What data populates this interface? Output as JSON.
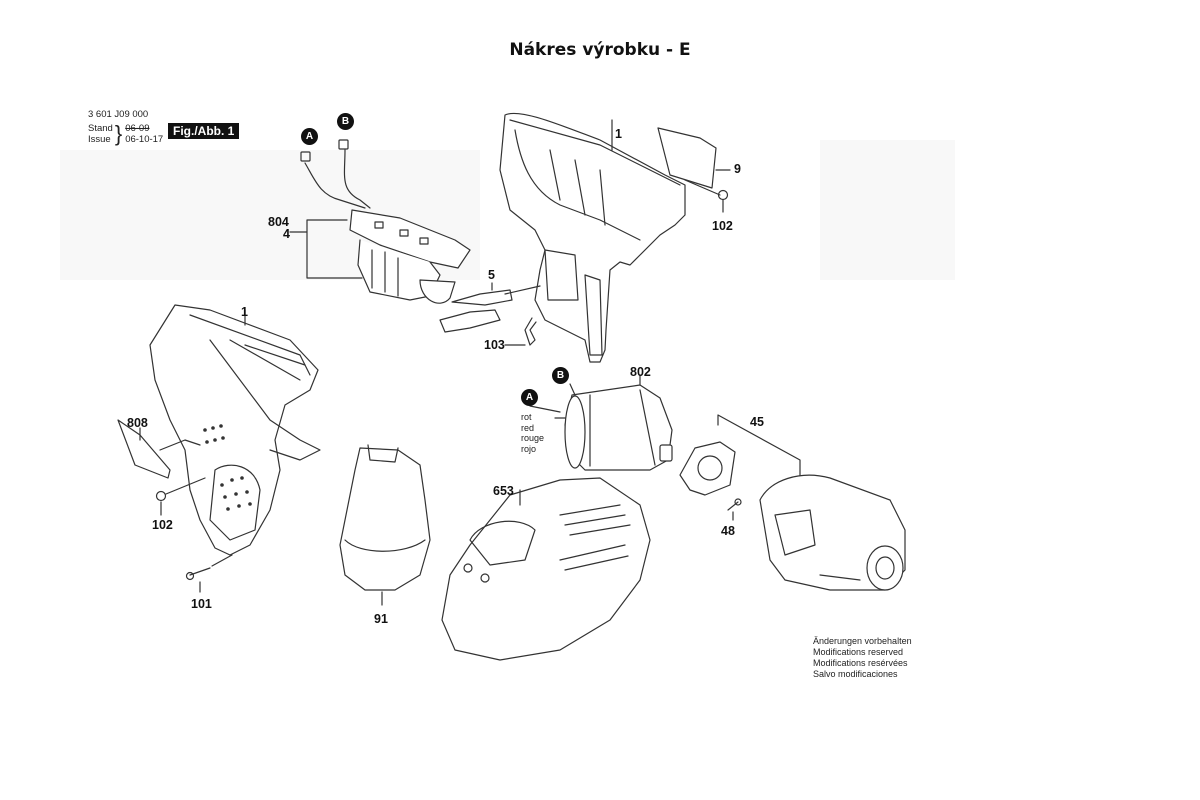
{
  "title": "Nákres výrobku - E",
  "header": {
    "part_number": "3 601 J09 000",
    "stand_label": "Stand",
    "issue_label": "Issue",
    "stand_date": "06-09",
    "issue_date": "06-10-17",
    "figure_label": "Fig./Abb. 1"
  },
  "connectors": {
    "a": "A",
    "b": "B"
  },
  "part_labels": {
    "switch_804": "804",
    "switch_4": "4",
    "housing_right_1": "1",
    "nameplate_9": "9",
    "screw_102_right": "102",
    "clip_5": "5",
    "hook_103": "103",
    "motor_802": "802",
    "housing_left_1": "1",
    "label_808": "808",
    "screw_102_left": "102",
    "screw_101": "101",
    "battery_91": "91",
    "charger_653": "653",
    "gear_unit_45": "45",
    "screw_48": "48"
  },
  "wire_colors": [
    "rot",
    "red",
    "rouge",
    "rojo"
  ],
  "notice": [
    "Änderungen vorbehalten",
    "Modifications reserved",
    "Modifications resérvées",
    "Salvo modificaciones"
  ]
}
